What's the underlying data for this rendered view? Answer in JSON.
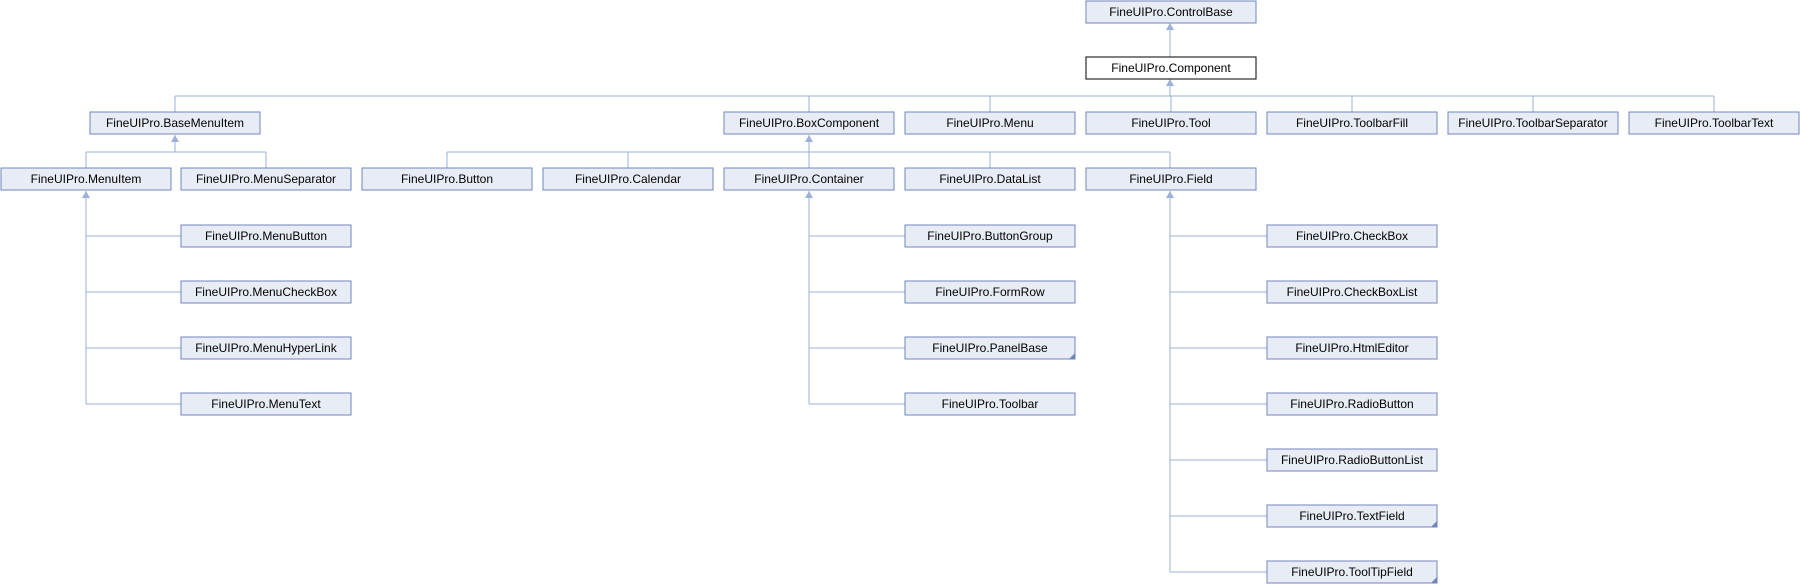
{
  "diagram": {
    "nodes": {
      "control_base": "FineUIPro.ControlBase",
      "component": "FineUIPro.Component",
      "base_menu_item": "FineUIPro.BaseMenuItem",
      "box_component": "FineUIPro.BoxComponent",
      "menu": "FineUIPro.Menu",
      "tool": "FineUIPro.Tool",
      "toolbar_fill": "FineUIPro.ToolbarFill",
      "toolbar_separator": "FineUIPro.ToolbarSeparator",
      "toolbar_text": "FineUIPro.ToolbarText",
      "menu_item": "FineUIPro.MenuItem",
      "menu_separator": "FineUIPro.MenuSeparator",
      "button": "FineUIPro.Button",
      "calendar": "FineUIPro.Calendar",
      "container": "FineUIPro.Container",
      "data_list": "FineUIPro.DataList",
      "field": "FineUIPro.Field",
      "menu_button": "FineUIPro.MenuButton",
      "menu_check_box": "FineUIPro.MenuCheckBox",
      "menu_hyper_link": "FineUIPro.MenuHyperLink",
      "menu_text": "FineUIPro.MenuText",
      "button_group": "FineUIPro.ButtonGroup",
      "form_row": "FineUIPro.FormRow",
      "panel_base": "FineUIPro.PanelBase",
      "toolbar": "FineUIPro.Toolbar",
      "check_box": "FineUIPro.CheckBox",
      "check_box_list": "FineUIPro.CheckBoxList",
      "html_editor": "FineUIPro.HtmlEditor",
      "radio_button": "FineUIPro.RadioButton",
      "radio_button_list": "FineUIPro.RadioButtonList",
      "text_field": "FineUIPro.TextField",
      "tool_tip_field": "FineUIPro.ToolTipField"
    },
    "colors": {
      "node_fill": "#e8ecf4",
      "node_border": "#6f86bd",
      "edge": "#9bb0da",
      "current_fill": "#ffffff",
      "current_border": "#000000"
    }
  }
}
